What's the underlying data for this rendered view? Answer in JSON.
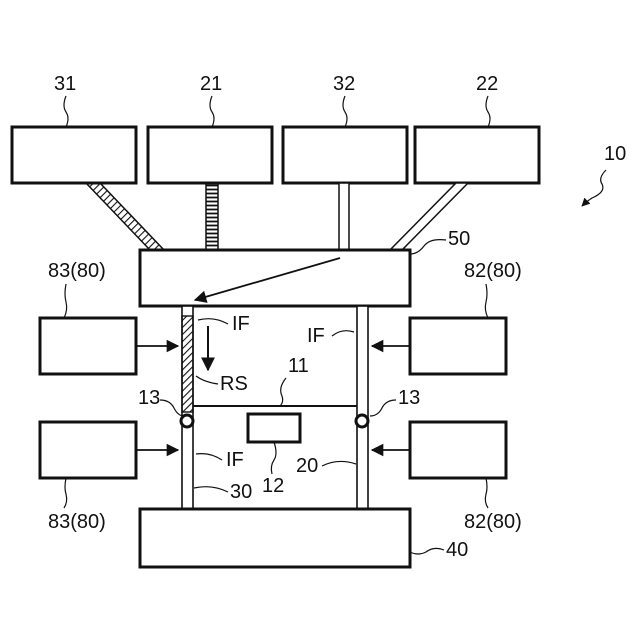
{
  "figure": {
    "ref_assembly": "10",
    "ref_block_31": "31",
    "ref_block_21": "21",
    "ref_block_32": "32",
    "ref_block_22": "22",
    "ref_controller": "50",
    "ref_left_upper": "83(80)",
    "ref_right_upper": "82(80)",
    "ref_left_lower": "83(80)",
    "ref_right_lower": "82(80)",
    "ref_base": "40",
    "ref_crossbar": "11",
    "ref_carrier": "12",
    "ref_pivot_left": "13",
    "ref_pivot_right": "13",
    "ref_right_rail": "20",
    "ref_left_rail": "30",
    "label_if_left_upper": "IF",
    "label_if_right": "IF",
    "label_if_left_lower": "IF",
    "label_rs": "RS"
  },
  "colors": {
    "ink": "#111111",
    "background": "#ffffff"
  }
}
